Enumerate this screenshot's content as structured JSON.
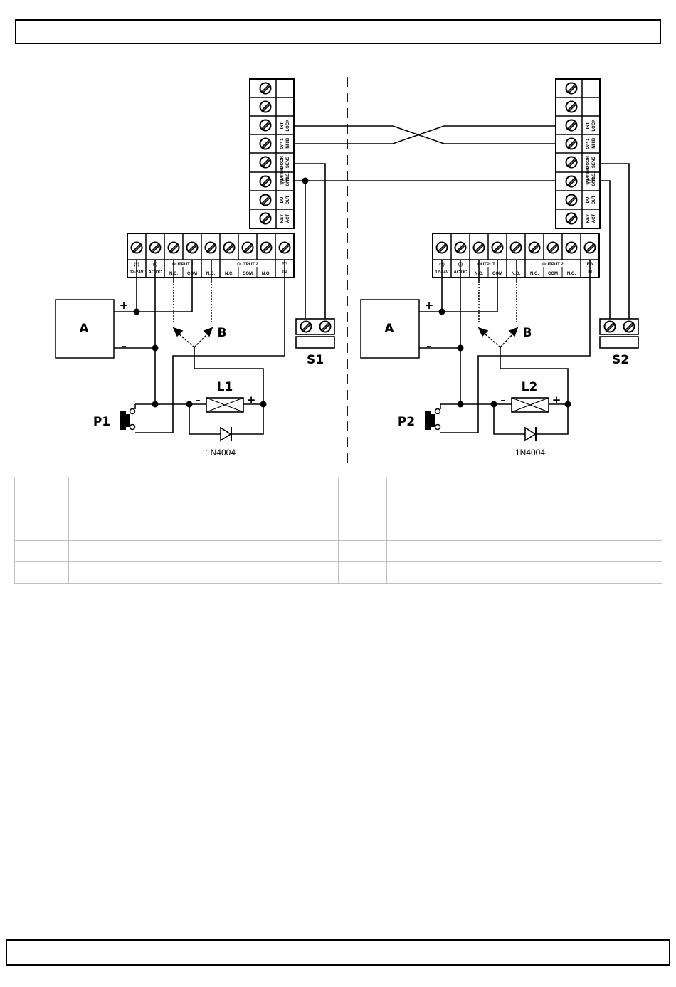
{
  "header_text": "",
  "footer_text": "",
  "left_unit": {
    "power_label": "A",
    "contact_label": "B",
    "pushbutton_label": "P1",
    "lock_label": "L1",
    "sensor_label": "S1",
    "diode_label": "1N4004"
  },
  "right_unit": {
    "power_label": "A",
    "contact_label": "B",
    "pushbutton_label": "P2",
    "lock_label": "L2",
    "sensor_label": "S2",
    "diode_label": "1N4004"
  },
  "vertical_terminals": [
    [
      "TAMPER",
      "N.C."
    ],
    [
      "INT.",
      "LOCK"
    ],
    [
      "O/P 1",
      "INHIB"
    ],
    [
      "DOOR",
      "SENS"
    ],
    [
      "(-)",
      "GND"
    ],
    [
      "DU",
      "OUT"
    ],
    [
      "KEY",
      "ACT"
    ]
  ],
  "bottom_terminals": {
    "power_pos": [
      "(+)",
      "12-24V"
    ],
    "power_neg": [
      "(-)",
      "AC/DC"
    ],
    "output1": "OUTPUT 1",
    "output2": "OUTPUT 2",
    "nc": "N.C.",
    "com": "COM",
    "no": "N.O.",
    "eg_in": [
      "EG",
      "IN"
    ]
  },
  "polarity": {
    "plus": "+",
    "minus": "–"
  },
  "legend_table": [
    [
      "",
      "",
      "",
      ""
    ],
    [
      "",
      "",
      "",
      ""
    ],
    [
      "",
      "",
      "",
      ""
    ],
    [
      "",
      "",
      "",
      ""
    ]
  ]
}
